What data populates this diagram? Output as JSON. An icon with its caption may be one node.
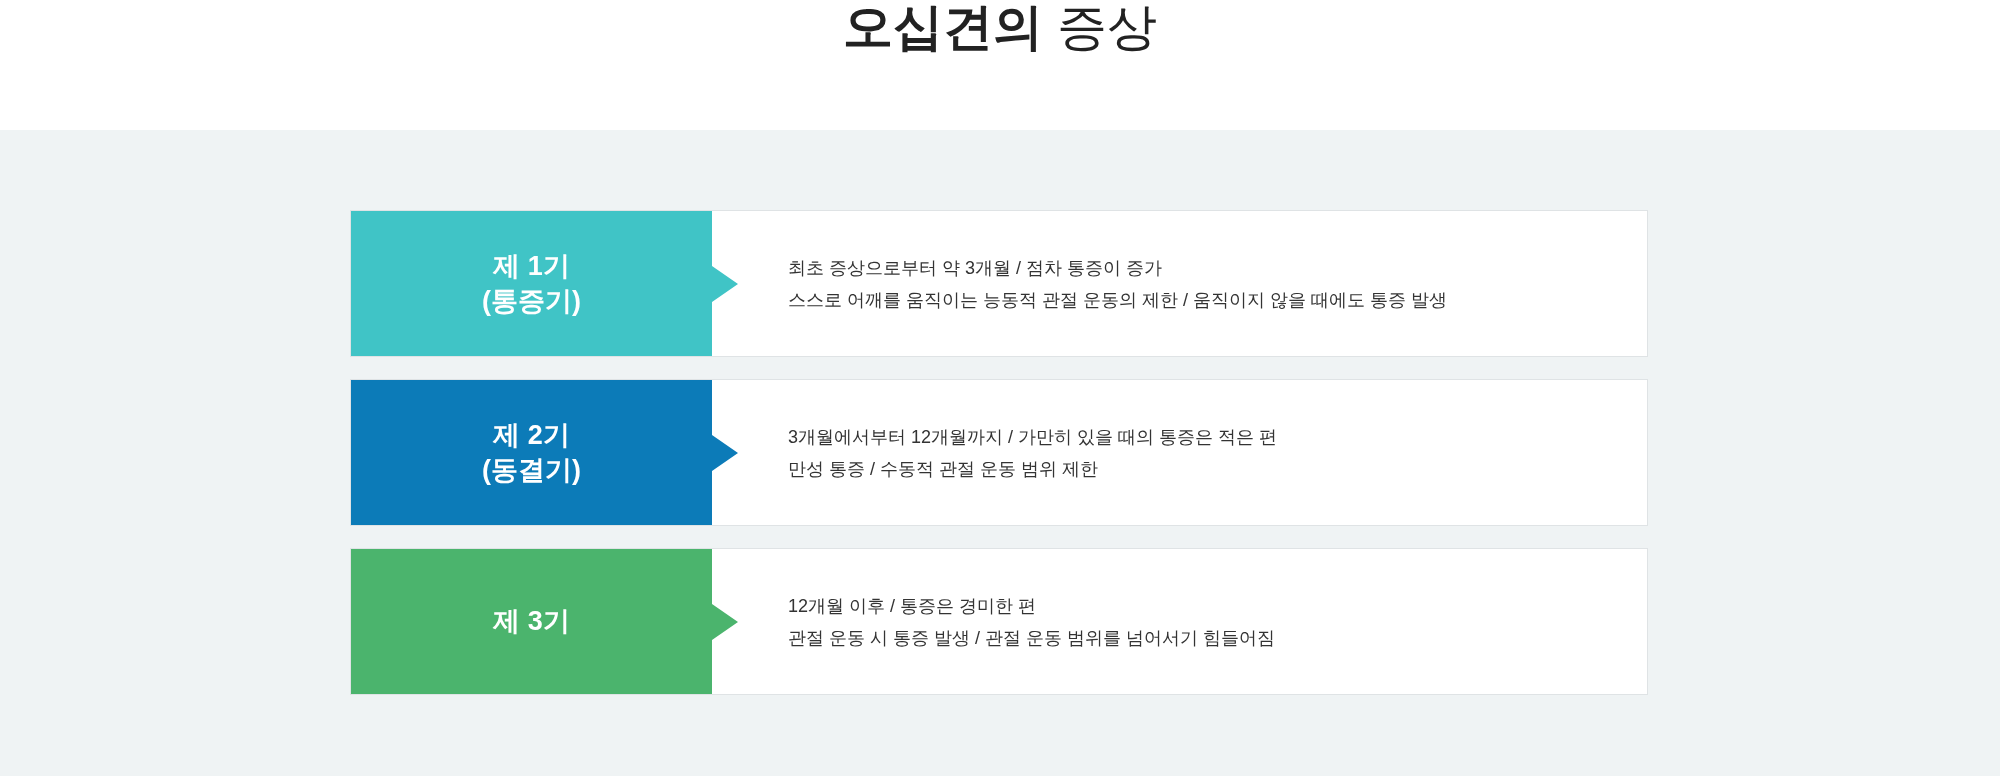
{
  "diagram": {
    "title": "**오십견의** 증상",
    "nodes": [
      {
        "text": [
          "최초 증상으로부터 약 3개월 / 점차 통증이 증가",
          "스스로 어깨를 움직이는 능동적 관절 운동의 제한 / 움직이지 않을 때에도 통증 발생"
        ]
      },
      {
        "text": [
          "제 1기",
          "(통증기)"
        ],
        "in": 0
      },
      {
        "text": [
          "3개월에서부터 12개월까지 / 가만히 있을 때의 통증은 적은 편",
          "만성 통증 / 수동적 관절 운동 범위 제한"
        ]
      },
      {
        "text": [
          "제 2기",
          "(동결기)"
        ],
        "in": 2
      },
      {
        "text": [
          "12개월 이후 / 통증은 경미한 편",
          "관절 운동 시 통증 발생 / 관절 운동 범위를 넘어서기 힘들어짐"
        ]
      },
      {
        "text": [
          "제 3기"
        ],
        "in": 4
      }
    ]
  }
}
